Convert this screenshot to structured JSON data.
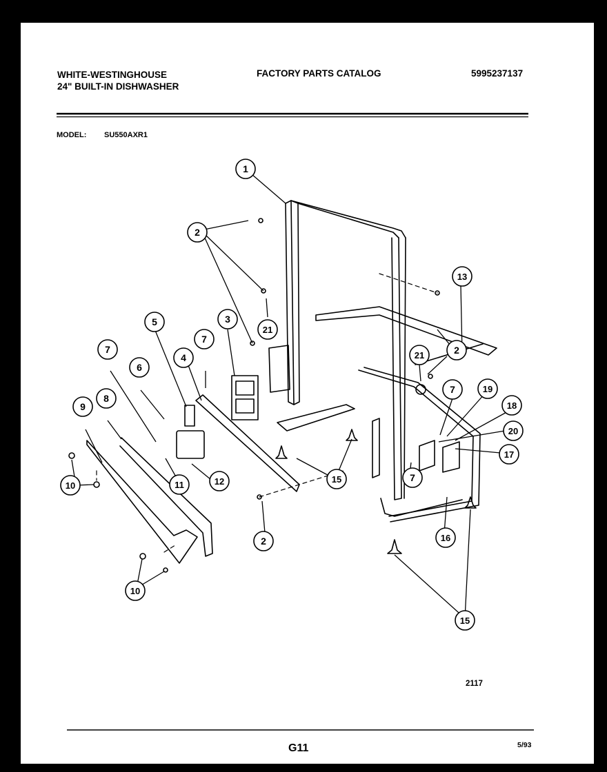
{
  "header": {
    "brand_line1": "WHITE-WESTINGHOUSE",
    "brand_line2": "24\" BUILT-IN DISHWASHER",
    "catalog_title": "FACTORY PARTS CATALOG",
    "part_number": "5995237137",
    "model_label": "MODEL:",
    "model_value": "SU550AXR1"
  },
  "footer": {
    "figure_number": "2117",
    "page_label": "G11",
    "date": "5/93"
  },
  "callouts": [
    "1",
    "2",
    "3",
    "4",
    "5",
    "6",
    "7",
    "8",
    "9",
    "10",
    "11",
    "12",
    "13",
    "15",
    "16",
    "17",
    "18",
    "19",
    "20",
    "21"
  ]
}
